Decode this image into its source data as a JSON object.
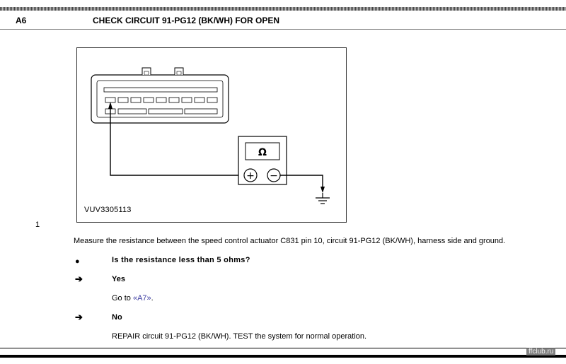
{
  "header": {
    "step": "A6",
    "title": "CHECK CIRCUIT 91-PG12 (BK/WH) FOR OPEN"
  },
  "figure": {
    "code": "VUV3305113",
    "index": "1",
    "meter_symbol": "Ω",
    "plus_symbol": "+",
    "minus_symbol": "−"
  },
  "content": {
    "measure": "Measure the resistance between the speed control actuator C831 pin 10, circuit 91-PG12 (BK/WH), harness side and ground.",
    "question": "Is the resistance less than 5 ohms?",
    "yes_label": "Yes",
    "yes_action_prefix": "Go to ",
    "yes_action_link": "«A7»",
    "yes_action_suffix": ".",
    "no_label": "No",
    "no_action": "REPAIR circuit 91-PG12 (BK/WH). TEST the system for normal operation."
  },
  "icons": {
    "bullet": "bullet-icon",
    "arrow": "arrow-right-icon"
  },
  "watermark": "ffclub.ru"
}
